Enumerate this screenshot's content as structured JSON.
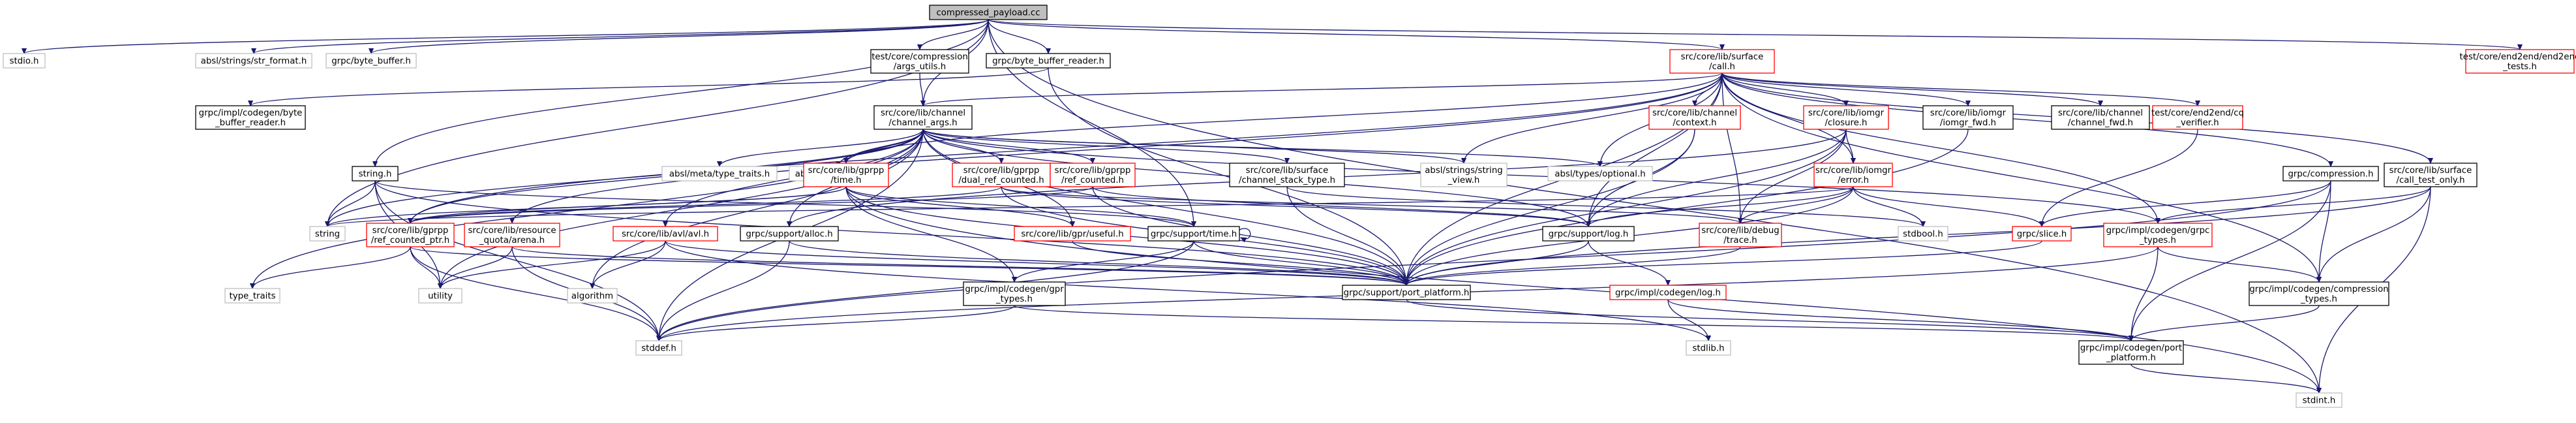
{
  "colors": {
    "edge": "#191970",
    "root_fill": "#bfbfbf",
    "root_border": "#000000",
    "documented_border": "#000000",
    "link_border": "#ff0000",
    "system_border": "#bfbfbf",
    "system_text": "#404040",
    "background": "#ffffff"
  },
  "nodes": [
    {
      "id": "root",
      "kind": "root",
      "lines": [
        "compressed_payload.cc"
      ]
    },
    {
      "id": "stdio",
      "kind": "system",
      "lines": [
        "stdio.h"
      ]
    },
    {
      "id": "strformat",
      "kind": "system",
      "lines": [
        "absl/strings/str_format.h"
      ]
    },
    {
      "id": "bytebuffer",
      "kind": "system",
      "lines": [
        "grpc/byte_buffer.h"
      ]
    },
    {
      "id": "argsutils",
      "kind": "doc",
      "lines": [
        "test/core/compression",
        "/args_utils.h"
      ]
    },
    {
      "id": "bbreader",
      "kind": "doc",
      "lines": [
        "grpc/byte_buffer_reader.h"
      ]
    },
    {
      "id": "callh",
      "kind": "link",
      "lines": [
        "src/core/lib/surface",
        "/call.h"
      ]
    },
    {
      "id": "e2etests",
      "kind": "link",
      "lines": [
        "test/core/end2end/end2end",
        "_tests.h"
      ]
    },
    {
      "id": "impl_bbreader",
      "kind": "doc",
      "lines": [
        "grpc/impl/codegen/byte",
        "_buffer_reader.h"
      ]
    },
    {
      "id": "chanargs",
      "kind": "doc",
      "lines": [
        "src/core/lib/channel",
        "/channel_args.h"
      ]
    },
    {
      "id": "chcontext",
      "kind": "link",
      "lines": [
        "src/core/lib/channel",
        "/context.h"
      ]
    },
    {
      "id": "closure",
      "kind": "link",
      "lines": [
        "src/core/lib/iomgr",
        "/closure.h"
      ]
    },
    {
      "id": "iomgrfwd",
      "kind": "doc",
      "lines": [
        "src/core/lib/iomgr",
        "/iomgr_fwd.h"
      ]
    },
    {
      "id": "chanfwd",
      "kind": "doc",
      "lines": [
        "src/core/lib/channel",
        "/channel_fwd.h"
      ]
    },
    {
      "id": "cqverifier",
      "kind": "link",
      "lines": [
        "test/core/end2end/cq",
        "_verifier.h"
      ]
    },
    {
      "id": "grpccomp",
      "kind": "doc",
      "lines": [
        "grpc/compression.h"
      ]
    },
    {
      "id": "calltestonly",
      "kind": "doc",
      "lines": [
        "src/core/lib/surface",
        "/call_test_only.h"
      ]
    },
    {
      "id": "stringh",
      "kind": "doc",
      "lines": [
        "string.h"
      ]
    },
    {
      "id": "typetraitsabsl",
      "kind": "system",
      "lines": [
        "absl/meta/type_traits.h"
      ]
    },
    {
      "id": "variant",
      "kind": "system",
      "lines": [
        "absl/types/variant.h"
      ]
    },
    {
      "id": "stringview",
      "kind": "system",
      "lines": [
        "absl/strings/string",
        "_view.h"
      ]
    },
    {
      "id": "optional",
      "kind": "system",
      "lines": [
        "absl/types/optional.h"
      ]
    },
    {
      "id": "gprpptime",
      "kind": "link",
      "lines": [
        "src/core/lib/gprpp",
        "/time.h"
      ]
    },
    {
      "id": "dualref",
      "kind": "link",
      "lines": [
        "src/core/lib/gprpp",
        "/dual_ref_counted.h"
      ]
    },
    {
      "id": "refcounted",
      "kind": "link",
      "lines": [
        "src/core/lib/gprpp",
        "/ref_counted.h"
      ]
    },
    {
      "id": "stacktype",
      "kind": "doc",
      "lines": [
        "src/core/lib/surface",
        "/channel_stack_type.h"
      ]
    },
    {
      "id": "errorh",
      "kind": "link",
      "lines": [
        "src/core/lib/iomgr",
        "/error.h"
      ]
    },
    {
      "id": "stringstd",
      "kind": "system",
      "lines": [
        "string"
      ]
    },
    {
      "id": "refptr",
      "kind": "link",
      "lines": [
        "src/core/lib/gprpp",
        "/ref_counted_ptr.h"
      ]
    },
    {
      "id": "arena",
      "kind": "link",
      "lines": [
        "src/core/lib/resource",
        "_quota/arena.h"
      ]
    },
    {
      "id": "avl",
      "kind": "link",
      "lines": [
        "src/core/lib/avl/avl.h"
      ]
    },
    {
      "id": "allocs",
      "kind": "doc",
      "lines": [
        "grpc/support/alloc.h"
      ]
    },
    {
      "id": "useful",
      "kind": "link",
      "lines": [
        "src/core/lib/gpr/useful.h"
      ]
    },
    {
      "id": "supporttime",
      "kind": "doc",
      "lines": [
        "grpc/support/time.h"
      ]
    },
    {
      "id": "supportlog",
      "kind": "doc",
      "lines": [
        "grpc/support/log.h"
      ]
    },
    {
      "id": "debugtrace",
      "kind": "link",
      "lines": [
        "src/core/lib/debug",
        "/trace.h"
      ]
    },
    {
      "id": "stdbool",
      "kind": "system",
      "lines": [
        "stdbool.h"
      ]
    },
    {
      "id": "slice",
      "kind": "link",
      "lines": [
        "grpc/slice.h"
      ]
    },
    {
      "id": "grpctypes",
      "kind": "link",
      "lines": [
        "grpc/impl/codegen/grpc",
        "_types.h"
      ]
    },
    {
      "id": "typetraits",
      "kind": "system",
      "lines": [
        "type_traits"
      ]
    },
    {
      "id": "utility",
      "kind": "system",
      "lines": [
        "utility"
      ]
    },
    {
      "id": "algorithm",
      "kind": "system",
      "lines": [
        "algorithm"
      ]
    },
    {
      "id": "gprtypes",
      "kind": "doc",
      "lines": [
        "grpc/impl/codegen/gpr",
        "_types.h"
      ]
    },
    {
      "id": "portplatform",
      "kind": "doc",
      "lines": [
        "grpc/support/port_platform.h"
      ]
    },
    {
      "id": "logh",
      "kind": "link",
      "lines": [
        "grpc/impl/codegen/log.h"
      ]
    },
    {
      "id": "comptypes",
      "kind": "doc",
      "lines": [
        "grpc/impl/codegen/compression",
        "_types.h"
      ]
    },
    {
      "id": "stddef",
      "kind": "system",
      "lines": [
        "stddef.h"
      ]
    },
    {
      "id": "stdlib",
      "kind": "system",
      "lines": [
        "stdlib.h"
      ]
    },
    {
      "id": "implport",
      "kind": "doc",
      "lines": [
        "grpc/impl/codegen/port",
        "_platform.h"
      ]
    },
    {
      "id": "stdint",
      "kind": "system",
      "lines": [
        "stdint.h"
      ]
    }
  ],
  "edges": [
    [
      "root",
      "stdio"
    ],
    [
      "root",
      "strformat"
    ],
    [
      "root",
      "bytebuffer"
    ],
    [
      "root",
      "argsutils"
    ],
    [
      "root",
      "bbreader"
    ],
    [
      "root",
      "callh"
    ],
    [
      "root",
      "e2etests"
    ],
    [
      "root",
      "stringh"
    ],
    [
      "root",
      "chanargs"
    ],
    [
      "root",
      "supporttime"
    ],
    [
      "root",
      "stringstd"
    ],
    [
      "root",
      "stdint"
    ],
    [
      "argsutils",
      "chanargs"
    ],
    [
      "bbreader",
      "impl_bbreader"
    ],
    [
      "bbreader",
      "portplatform"
    ],
    [
      "callh",
      "chanargs"
    ],
    [
      "callh",
      "chcontext"
    ],
    [
      "callh",
      "closure"
    ],
    [
      "callh",
      "iomgrfwd"
    ],
    [
      "callh",
      "chanfwd"
    ],
    [
      "callh",
      "cqverifier"
    ],
    [
      "callh",
      "grpccomp"
    ],
    [
      "callh",
      "calltestonly"
    ],
    [
      "callh",
      "stringview"
    ],
    [
      "callh",
      "optional"
    ],
    [
      "callh",
      "gprpptime"
    ],
    [
      "callh",
      "refptr"
    ],
    [
      "callh",
      "arena"
    ],
    [
      "callh",
      "supportlog"
    ],
    [
      "callh",
      "debugtrace"
    ],
    [
      "callh",
      "grpctypes"
    ],
    [
      "callh",
      "comptypes"
    ],
    [
      "callh",
      "portplatform"
    ],
    [
      "callh",
      "errorh"
    ],
    [
      "chanargs",
      "typetraitsabsl"
    ],
    [
      "chanargs",
      "variant"
    ],
    [
      "chanargs",
      "stringview"
    ],
    [
      "chanargs",
      "optional"
    ],
    [
      "chanargs",
      "gprpptime"
    ],
    [
      "chanargs",
      "dualref"
    ],
    [
      "chanargs",
      "refcounted"
    ],
    [
      "chanargs",
      "stacktype"
    ],
    [
      "chanargs",
      "refptr"
    ],
    [
      "chanargs",
      "avl"
    ],
    [
      "chanargs",
      "useful"
    ],
    [
      "chanargs",
      "stringstd"
    ],
    [
      "chanargs",
      "typetraits"
    ],
    [
      "chanargs",
      "utility"
    ],
    [
      "chanargs",
      "algorithm"
    ],
    [
      "chanargs",
      "stddef"
    ],
    [
      "chanargs",
      "grpctypes"
    ],
    [
      "chanargs",
      "portplatform"
    ],
    [
      "chanargs",
      "supportlog"
    ],
    [
      "chanargs",
      "allocs"
    ],
    [
      "chcontext",
      "supportlog"
    ],
    [
      "chcontext",
      "portplatform"
    ],
    [
      "closure",
      "allocs"
    ],
    [
      "closure",
      "supportlog"
    ],
    [
      "closure",
      "errorh"
    ],
    [
      "closure",
      "debugtrace"
    ],
    [
      "closure",
      "portplatform"
    ],
    [
      "iomgrfwd",
      "portplatform"
    ],
    [
      "cqverifier",
      "slice"
    ],
    [
      "grpccomp",
      "stddef"
    ],
    [
      "grpccomp",
      "slice"
    ],
    [
      "grpccomp",
      "comptypes"
    ],
    [
      "grpccomp",
      "implport"
    ],
    [
      "calltestonly",
      "grpctypes"
    ],
    [
      "calltestonly",
      "comptypes"
    ],
    [
      "calltestonly",
      "stdint"
    ],
    [
      "calltestonly",
      "portplatform"
    ],
    [
      "stringh",
      "stringstd"
    ],
    [
      "stringh",
      "stddef"
    ],
    [
      "stringh",
      "utility"
    ],
    [
      "stringh",
      "portplatform"
    ],
    [
      "stringh",
      "supporttime"
    ],
    [
      "gprpptime",
      "stringstd"
    ],
    [
      "gprpptime",
      "useful"
    ],
    [
      "gprpptime",
      "supporttime"
    ],
    [
      "gprpptime",
      "gprtypes"
    ],
    [
      "gprpptime",
      "portplatform"
    ],
    [
      "gprpptime",
      "stdint"
    ],
    [
      "gprpptime",
      "refptr"
    ],
    [
      "dualref",
      "refptr"
    ],
    [
      "dualref",
      "supportlog"
    ],
    [
      "dualref",
      "portplatform"
    ],
    [
      "dualref",
      "debugtrace"
    ],
    [
      "refcounted",
      "refptr"
    ],
    [
      "refcounted",
      "supportlog"
    ],
    [
      "refcounted",
      "portplatform"
    ],
    [
      "stacktype",
      "stdbool"
    ],
    [
      "stacktype",
      "portplatform"
    ],
    [
      "errorh",
      "stdbool"
    ],
    [
      "errorh",
      "slice"
    ],
    [
      "errorh",
      "supportlog"
    ],
    [
      "errorh",
      "debugtrace"
    ],
    [
      "errorh",
      "portplatform"
    ],
    [
      "errorh",
      "stringstd"
    ],
    [
      "refptr",
      "typetraits"
    ],
    [
      "refptr",
      "utility"
    ],
    [
      "refptr",
      "stddef"
    ],
    [
      "refptr",
      "portplatform"
    ],
    [
      "arena",
      "utility"
    ],
    [
      "arena",
      "stddef"
    ],
    [
      "arena",
      "portplatform"
    ],
    [
      "avl",
      "utility"
    ],
    [
      "avl",
      "algorithm"
    ],
    [
      "avl",
      "stdlib"
    ],
    [
      "avl",
      "portplatform"
    ],
    [
      "allocs",
      "stddef"
    ],
    [
      "allocs",
      "portplatform"
    ],
    [
      "useful",
      "portplatform"
    ],
    [
      "supporttime",
      "supporttime"
    ],
    [
      "supporttime",
      "gprtypes"
    ],
    [
      "supporttime",
      "stddef"
    ],
    [
      "supporttime",
      "portplatform"
    ],
    [
      "supportlog",
      "portplatform"
    ],
    [
      "supportlog",
      "logh"
    ],
    [
      "debugtrace",
      "portplatform"
    ],
    [
      "slice",
      "portplatform"
    ],
    [
      "grpctypes",
      "comptypes"
    ],
    [
      "grpctypes",
      "stddef"
    ],
    [
      "grpctypes",
      "implport"
    ],
    [
      "gprtypes",
      "stddef"
    ],
    [
      "gprtypes",
      "implport"
    ],
    [
      "portplatform",
      "implport"
    ],
    [
      "logh",
      "stdlib"
    ],
    [
      "logh",
      "implport"
    ],
    [
      "comptypes",
      "implport"
    ],
    [
      "implport",
      "stdint"
    ]
  ]
}
